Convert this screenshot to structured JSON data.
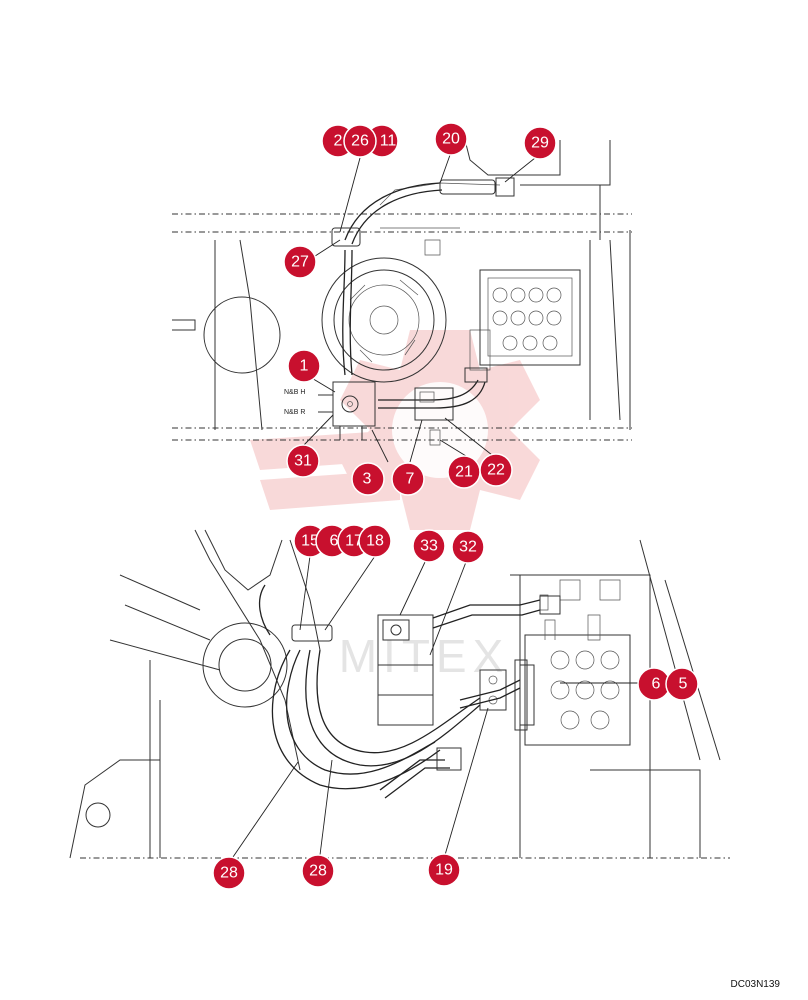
{
  "drawing_code": "DC03N139",
  "labels": {
    "nbh": "N&B H",
    "nbr": "N&B R"
  },
  "callouts": [
    "2",
    "26",
    "11",
    "20",
    "29",
    "27",
    "1",
    "31",
    "3",
    "7",
    "21",
    "22",
    "15",
    "6",
    "17",
    "18",
    "33",
    "32",
    "6",
    "5",
    "28",
    "28",
    "19"
  ],
  "colors": {
    "callout": "#c8102e",
    "line": "#333333",
    "watermark": "#f3b9b9"
  },
  "watermark": "MITEX"
}
